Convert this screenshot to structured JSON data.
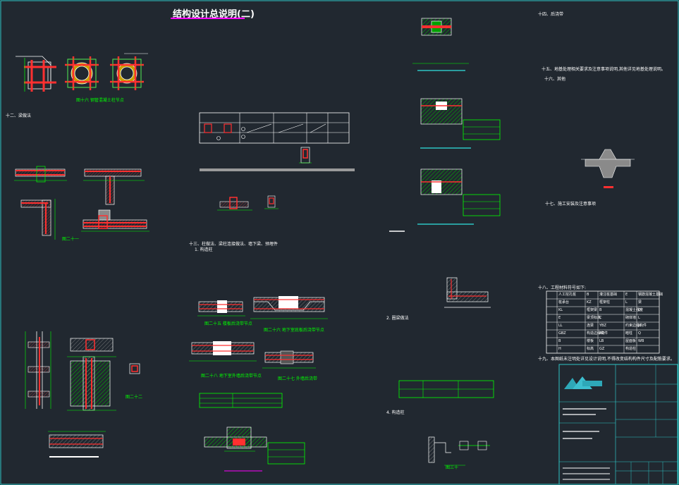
{
  "sheet": {
    "title": "结构设计总说明(二)",
    "background": "#212830",
    "frame_color": "#2ec4c4"
  },
  "sections": {
    "s12": "十二、梁做法",
    "s13": "十三、柱做法、梁柱连接做法、墙下梁、预埋件",
    "s13_sub": "1. 构造柱",
    "s14": "十四、后浇带",
    "s15": "十五、地基处理相关要求及注意事项说明,其他详见地基处理说明。",
    "s16": "十六、其他",
    "s17": "十七、施工安装及注意事项",
    "s18": "十八、工程材料符号如下:",
    "s19": "十九、本图纸未注明处详见设计说明,不得改变结构构件尺寸及配筋要求。",
    "sec2": "2. 圈梁做法",
    "sec4": "4. 构造柱"
  },
  "captions": {
    "fig16": "图十六 钢管混凝土柱节点",
    "fig21": "图二十一",
    "fig22": "图二十二",
    "fig25": "图二十五 楼板后浇带节点",
    "fig26": "图二十六 地下室底板后浇带节点",
    "fig28": "图二十八 地下室外墙后浇带节点",
    "fig27": "图二十七 外墙后浇带",
    "fig30": "图三十"
  },
  "material_table": {
    "rows": [
      [
        "人工挖孔桩",
        "B",
        "灌注桩基础",
        "E",
        "钢筋混凝土基础"
      ],
      [
        "桩承台",
        "KZ",
        "框架柱",
        "L",
        "梁"
      ],
      [
        "KL",
        "框架梁",
        "B",
        "混凝土强度",
        "D"
      ],
      [
        "E",
        "梁顶标高",
        "C",
        "砌体墙",
        "L"
      ],
      [
        "LL",
        "连梁",
        "YBZ",
        "约束边缘构件",
        "JL"
      ],
      [
        "GBZ",
        "构造边缘构件",
        "AZ",
        "暗柱",
        "Q"
      ],
      [
        "B",
        "楼板",
        "LB",
        "屋面板",
        "WB"
      ],
      [
        "H",
        "标高",
        "GZ",
        "构造柱",
        ""
      ]
    ]
  },
  "title_block": {
    "logo_color": "#2ea8b8"
  }
}
